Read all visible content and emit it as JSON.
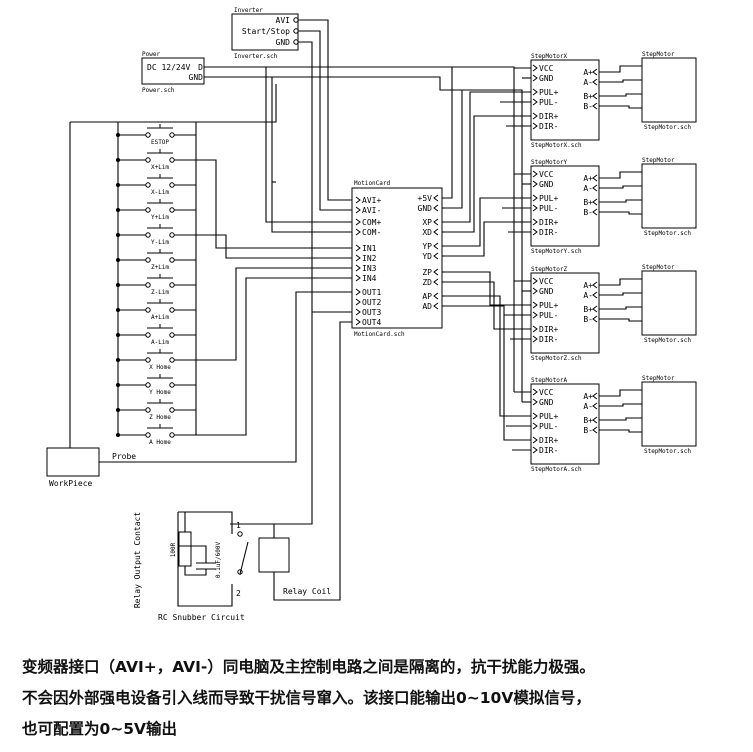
{
  "inverter": {
    "title": "Inverter",
    "pins": [
      "AVI",
      "Start/Stop",
      "GND"
    ],
    "file": "Inverter.sch"
  },
  "power": {
    "title": "Power",
    "label": "DC 12/24V",
    "pins": [
      "D",
      "GND"
    ],
    "file": "Power.sch"
  },
  "switches": [
    "ESTOP",
    "X+Lim",
    "X-Lim",
    "Y+Lim",
    "Y-Lim",
    "Z+Lim",
    "Z-Lim",
    "A+Lim",
    "A-Lim",
    "X Home",
    "Y Home",
    "Z Home",
    "A Home"
  ],
  "motion_card": {
    "title": "MotionCard",
    "left_pins": [
      "AVI+",
      "AVI-",
      "COM+",
      "COM-",
      "IN1",
      "IN2",
      "IN3",
      "IN4",
      "OUT1",
      "OUT2",
      "OUT3",
      "OUT4"
    ],
    "right_pins": [
      "+5V",
      "GND",
      "XP",
      "XD",
      "YP",
      "YD",
      "ZP",
      "ZD",
      "AP",
      "AD"
    ],
    "file": "MotionCard.sch"
  },
  "drivers": [
    {
      "title": "StepMotorX",
      "file": "StepMotorX.sch"
    },
    {
      "title": "StepMotorY",
      "file": "StepMotorY.sch"
    },
    {
      "title": "StepMotorZ",
      "file": "StepMotorZ.sch"
    },
    {
      "title": "StepMotorA",
      "file": "StepMotorA.sch"
    }
  ],
  "driver_left_pins": [
    "VCC",
    "GND",
    "PUL+",
    "PUL-",
    "DIR+",
    "DIR-"
  ],
  "driver_right_pins": [
    "A+",
    "A-",
    "B+",
    "B-"
  ],
  "motor": {
    "title": "StepMotor",
    "file": "StepMotor.sch"
  },
  "workpiece": "WorkPiece",
  "probe": "Probe",
  "relay_contact": "Relay Output Contact",
  "relay_coil": "Relay Coil",
  "snubber": {
    "title": "RC Snubber Circuit",
    "resistor": "100R",
    "capacitor": "0.1uF/600V"
  },
  "relay_pins": [
    "1",
    "2"
  ],
  "caption": [
    "变频器接口（AVI+，AVI-）同电脑及主控制电路之间是隔离的，抗干扰能力极强。",
    "不会因外部强电设备引入线而导致干扰信号窜入。该接口能输出0~10V模拟信号，",
    "也可配置为0~5V输出"
  ]
}
